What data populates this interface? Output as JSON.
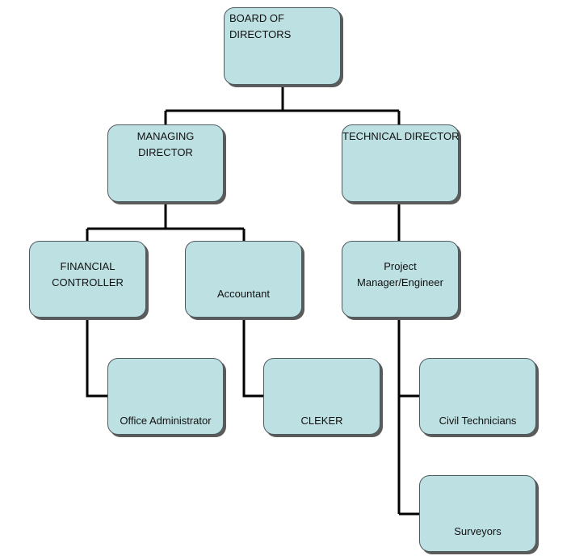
{
  "org_chart": {
    "nodes": [
      {
        "id": "board",
        "name": "board-of-directors-box",
        "lines": [
          "BOARD OF",
          "DIRECTORS"
        ]
      },
      {
        "id": "md",
        "name": "managing-director-box",
        "lines": [
          "MANAGING",
          "DIRECTOR"
        ]
      },
      {
        "id": "td",
        "name": "technical-director-box",
        "lines": [
          "TECHNICAL DIRECTOR"
        ]
      },
      {
        "id": "fc",
        "name": "financial-controller-box",
        "lines": [
          "FINANCIAL",
          "CONTROLLER"
        ]
      },
      {
        "id": "acc",
        "name": "accountant-box",
        "lines": [
          "Accountant"
        ]
      },
      {
        "id": "pm",
        "name": "project-manager-engineer-box",
        "lines": [
          "Project",
          "Manager/Engineer"
        ]
      },
      {
        "id": "oa",
        "name": "office-administrator-box",
        "lines": [
          "Office Administrator"
        ]
      },
      {
        "id": "cl",
        "name": "cleker-box",
        "lines": [
          "CLEKER"
        ]
      },
      {
        "id": "ct",
        "name": "civil-technicians-box",
        "lines": [
          "Civil Technicians"
        ]
      },
      {
        "id": "sv",
        "name": "surveyors-box",
        "lines": [
          "Surveyors"
        ]
      }
    ],
    "edges": [
      {
        "from": "board",
        "to": "md"
      },
      {
        "from": "board",
        "to": "td"
      },
      {
        "from": "md",
        "to": "fc"
      },
      {
        "from": "md",
        "to": "acc"
      },
      {
        "from": "td",
        "to": "pm"
      },
      {
        "from": "fc",
        "to": "oa"
      },
      {
        "from": "acc",
        "to": "cl"
      },
      {
        "from": "pm",
        "to": "ct"
      },
      {
        "from": "pm",
        "to": "sv"
      }
    ]
  }
}
